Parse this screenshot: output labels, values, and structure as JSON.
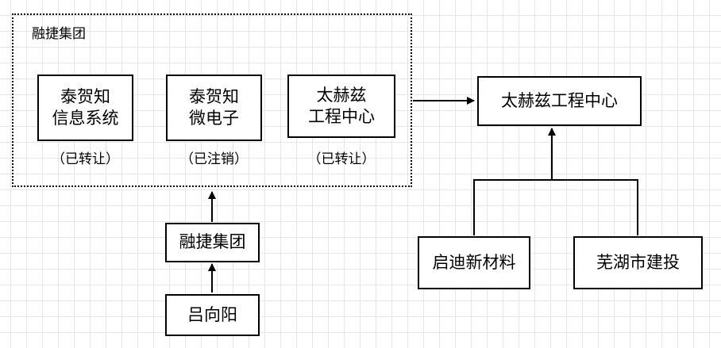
{
  "group": {
    "label": "融捷集团"
  },
  "companies": [
    {
      "name_line1": "泰贺知",
      "name_line2": "信息系统",
      "status": "（已转让）"
    },
    {
      "name_line1": "泰贺知",
      "name_line2": "微电子",
      "status": "（已注销）"
    },
    {
      "name_line1": "太赫兹",
      "name_line2": "工程中心",
      "status": "（已转让）"
    }
  ],
  "nodes": {
    "rongjie": "融捷集团",
    "lvxiangyang": "吕向阳",
    "thz_center": "太赫兹工程中心",
    "qidi": "启迪新材料",
    "wuhu": "芜湖市建投"
  }
}
